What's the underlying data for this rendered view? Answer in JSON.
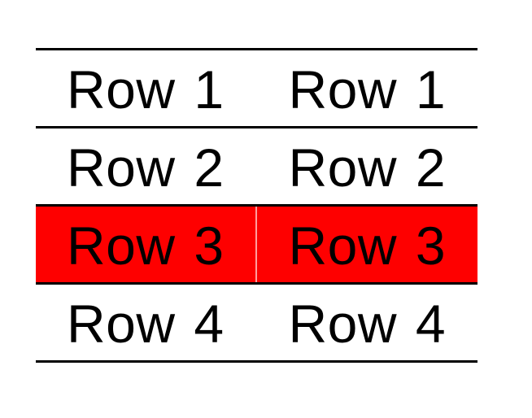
{
  "page": {
    "background_color": "#ffffff"
  },
  "table": {
    "kind": "rendered-document-table",
    "columns": 2,
    "rule_color": "#000000",
    "text_color": "#000000",
    "highlight_color": "#fe0000",
    "highlight_divider_note": "thin light line splits the two highlighted cells",
    "highlighted_row_index": 2,
    "rows": [
      {
        "cells": [
          "Row 1",
          "Row 1"
        ],
        "highlighted": false
      },
      {
        "cells": [
          "Row 2",
          "Row 2"
        ],
        "highlighted": false
      },
      {
        "cells": [
          "Row 3",
          "Row 3"
        ],
        "highlighted": true
      },
      {
        "cells": [
          "Row 4",
          "Row 4"
        ],
        "highlighted": false
      }
    ]
  }
}
